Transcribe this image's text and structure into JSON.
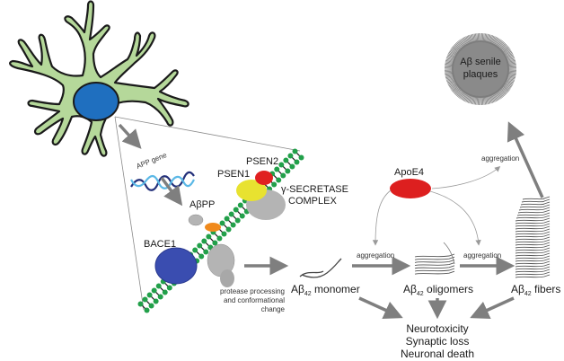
{
  "diagram": {
    "type": "Amyloid-beta pathway in Alzheimer's disease",
    "labels": {
      "app_gene": "APP gene",
      "abpp": "AβPP",
      "bace1": "BACE1",
      "psen1": "PSEN1",
      "psen2": "PSEN2",
      "gamma_secretase_line1": "γ-SECRETASE",
      "gamma_secretase_line2": "COMPLEX",
      "apoe4": "ApoE4",
      "protease_line1": "protease processing",
      "protease_line2": "and conformational",
      "protease_line3": "change",
      "monomer_prefix": "Aβ",
      "monomer_sub": "42",
      "monomer_suffix": " monomer",
      "oligomers_prefix": "Aβ",
      "oligomers_sub": "42",
      "oligomers_suffix": " oligomers",
      "fibers_prefix": "Aβ",
      "fibers_sub": "42",
      "fibers_suffix": " fibers",
      "aggregation_1": "aggregation",
      "aggregation_2": "aggregation",
      "aggregation_3": "aggregation",
      "plaques_line1": "Aβ senile",
      "plaques_line2": "plaques",
      "outcome_line1": "Neurotoxicity",
      "outcome_line2": "Synaptic loss",
      "outcome_line3": "Neuronal death"
    },
    "colors": {
      "neuron_body": "#b5d89a",
      "neuron_outline": "#1a1a1a",
      "nucleus": "#1f6fbf",
      "membrane_bead": "#22a04a",
      "bace1": "#3a4db0",
      "psen1": "#e8e230",
      "psen2": "#e02020",
      "cleavage_site": "#f08a1c",
      "protein_gray": "#b4b4b4",
      "apoe4": "#dd1f1f",
      "arrow": "#7f7f7f",
      "plaque": "#8a8a8a",
      "dna_light": "#5bb8e6",
      "dna_dark": "#23307a"
    }
  }
}
